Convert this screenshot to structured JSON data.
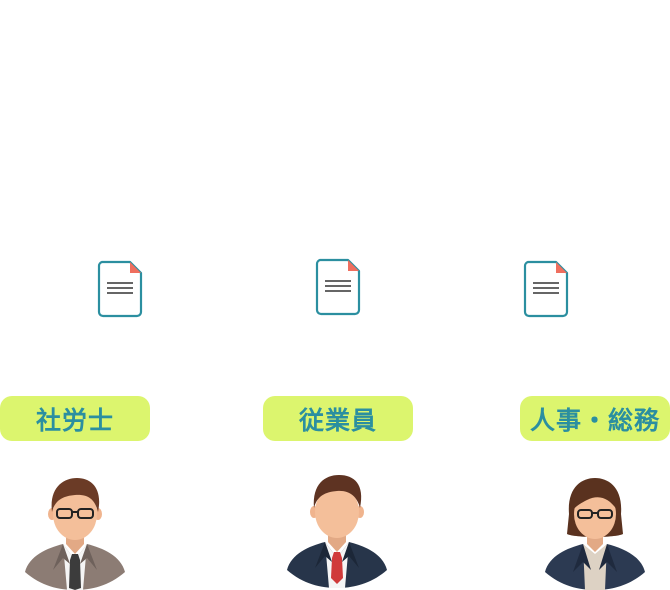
{
  "colors": {
    "badge_bg": "#dcf56e",
    "badge_text": "#2b8fa0",
    "doc_stroke": "#2b8fa0",
    "doc_corner": "#ef6f5f",
    "skin": "#f4bf9a"
  },
  "roles": [
    {
      "label": "社労士",
      "document_icon": "document-icon",
      "avatar_icon": "man-glasses-gray-suit-icon"
    },
    {
      "label": "従業員",
      "document_icon": "document-icon",
      "avatar_icon": "man-navy-suit-red-tie-icon"
    },
    {
      "label": "人事・総務",
      "document_icon": "document-icon",
      "avatar_icon": "woman-glasses-navy-suit-icon"
    }
  ]
}
